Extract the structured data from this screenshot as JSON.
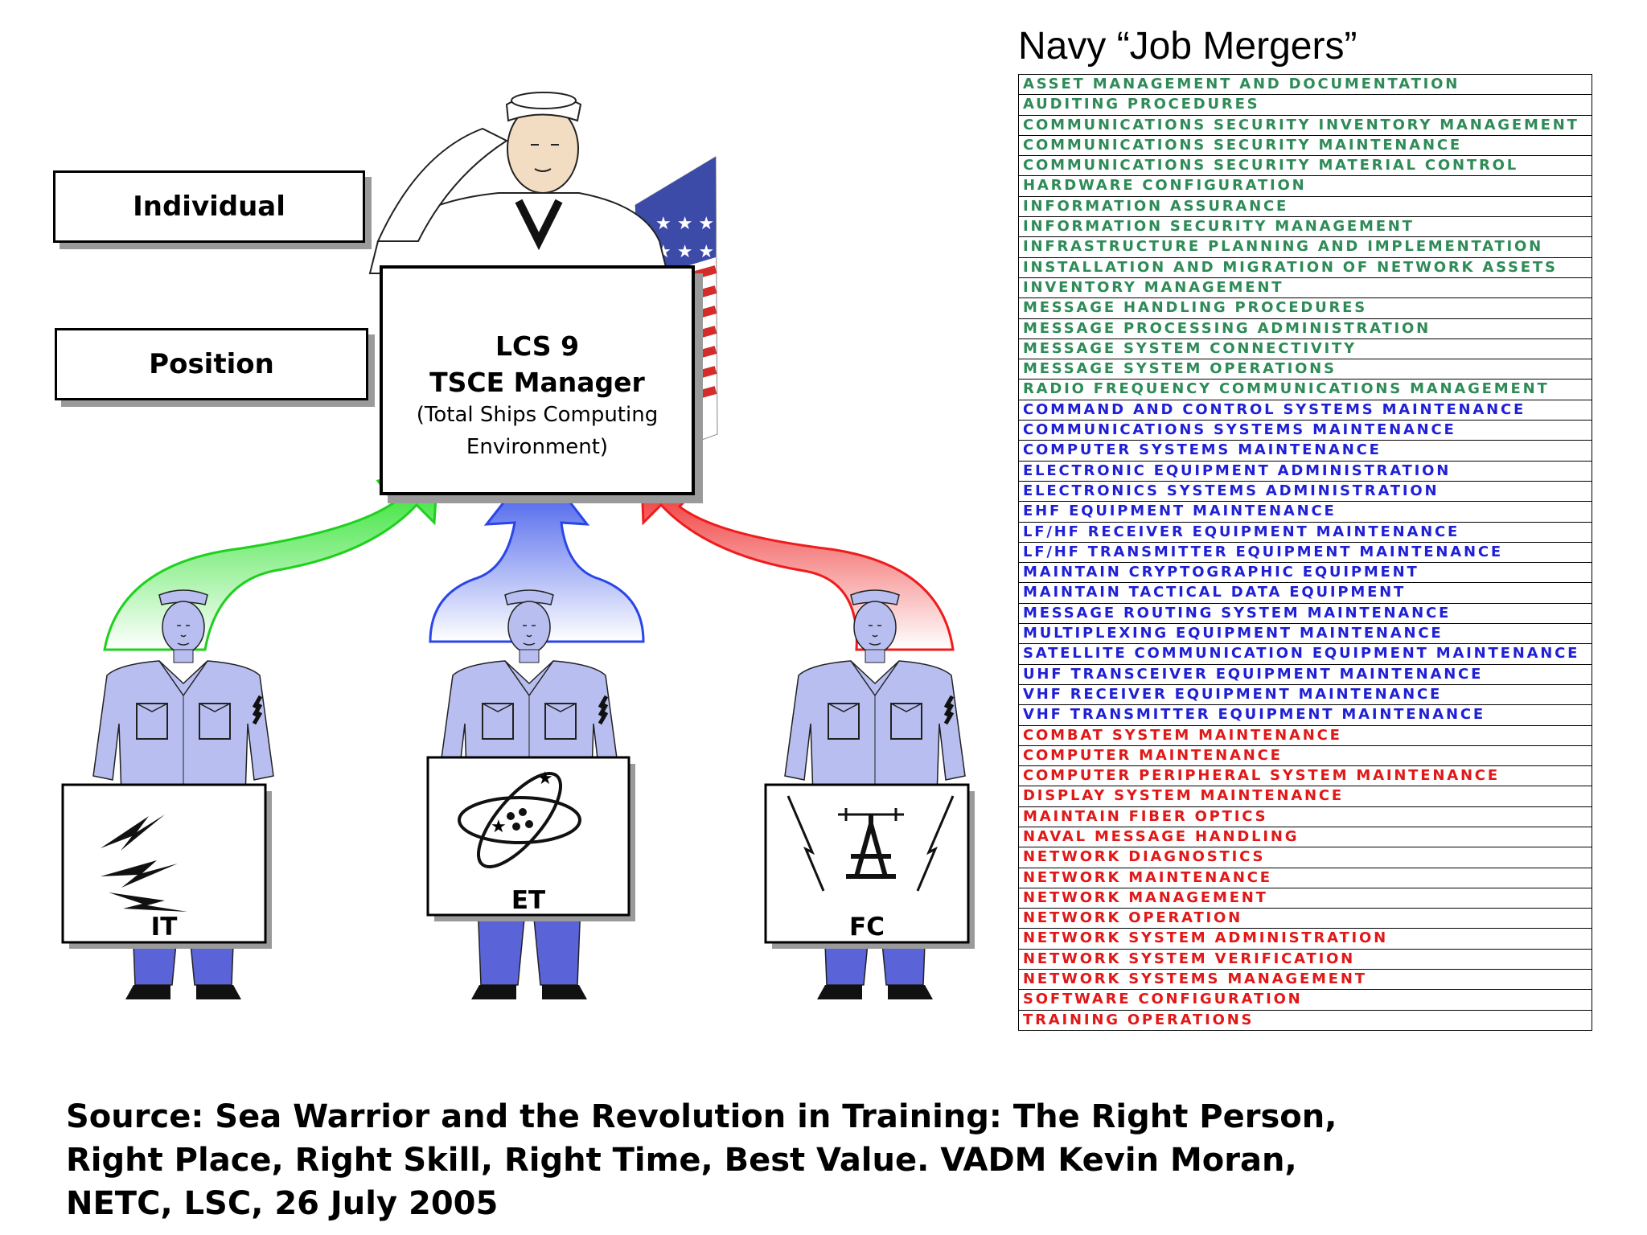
{
  "labels": {
    "individual": "Individual",
    "position": "Position"
  },
  "center_box": {
    "line1": "LCS 9",
    "line2": "TSCE Manager",
    "line3": "(Total Ships Computing",
    "line4": "Environment)"
  },
  "ratings": [
    {
      "code": "IT",
      "icon": "lightning-bolts-icon",
      "arrow_color": "#22dd22"
    },
    {
      "code": "ET",
      "icon": "atom-orbit-icon",
      "arrow_color": "#3355ee"
    },
    {
      "code": "FC",
      "icon": "rangefinder-tower-icon",
      "arrow_color": "#ee2222"
    }
  ],
  "job_list": {
    "title": "Navy “Job Mergers”",
    "groups": {
      "IT": {
        "color": "#2e8b57",
        "items": [
          "ASSET MANAGEMENT AND DOCUMENTATION",
          "AUDITING PROCEDURES",
          "COMMUNICATIONS SECURITY INVENTORY MANAGEMENT",
          "COMMUNICATIONS SECURITY MAINTENANCE",
          "COMMUNICATIONS SECURITY MATERIAL CONTROL",
          "HARDWARE CONFIGURATION",
          "INFORMATION ASSURANCE",
          "INFORMATION SECURITY MANAGEMENT",
          "INFRASTRUCTURE PLANNING AND IMPLEMENTATION",
          "INSTALLATION AND MIGRATION OF NETWORK ASSETS",
          "INVENTORY MANAGEMENT",
          "MESSAGE HANDLING PROCEDURES",
          "MESSAGE PROCESSING ADMINISTRATION",
          "MESSAGE SYSTEM CONNECTIVITY",
          "MESSAGE SYSTEM OPERATIONS",
          "RADIO FREQUENCY COMMUNICATIONS MANAGEMENT"
        ]
      },
      "ET": {
        "color": "#1f1fd6",
        "items": [
          "COMMAND AND CONTROL SYSTEMS MAINTENANCE",
          "COMMUNICATIONS SYSTEMS MAINTENANCE",
          "COMPUTER SYSTEMS MAINTENANCE",
          "ELECTRONIC EQUIPMENT ADMINISTRATION",
          "ELECTRONICS SYSTEMS ADMINISTRATION",
          "EHF EQUIPMENT MAINTENANCE",
          "LF/HF RECEIVER EQUIPMENT MAINTENANCE",
          "LF/HF TRANSMITTER EQUIPMENT MAINTENANCE",
          "MAINTAIN CRYPTOGRAPHIC EQUIPMENT",
          "MAINTAIN TACTICAL DATA EQUIPMENT",
          "MESSAGE ROUTING SYSTEM MAINTENANCE",
          "MULTIPLEXING EQUIPMENT MAINTENANCE",
          "SATELLITE COMMUNICATION EQUIPMENT MAINTENANCE",
          "UHF TRANSCEIVER EQUIPMENT MAINTENANCE",
          "VHF RECEIVER EQUIPMENT MAINTENANCE",
          "VHF TRANSMITTER EQUIPMENT MAINTENANCE"
        ]
      },
      "FC": {
        "color": "#e01818",
        "items": [
          "COMBAT SYSTEM MAINTENANCE",
          "COMPUTER MAINTENANCE",
          "COMPUTER PERIPHERAL SYSTEM MAINTENANCE",
          "DISPLAY SYSTEM MAINTENANCE",
          "MAINTAIN FIBER OPTICS",
          "NAVAL MESSAGE HANDLING",
          "NETWORK DIAGNOSTICS",
          "NETWORK MAINTENANCE",
          "NETWORK MANAGEMENT",
          "NETWORK OPERATION",
          "NETWORK SYSTEM ADMINISTRATION",
          "NETWORK SYSTEM VERIFICATION",
          "NETWORK SYSTEMS MANAGEMENT",
          "SOFTWARE CONFIGURATION",
          "TRAINING OPERATIONS"
        ]
      }
    }
  },
  "source": {
    "line1": "Source: Sea Warrior and the Revolution in Training: The Right Person,",
    "line2": "Right Place, Right Skill, Right Time, Best Value. VADM Kevin Moran,",
    "line3": "NETC, LSC, 26 July 2005"
  },
  "colors": {
    "uniform_shirt": "#b8bff0",
    "uniform_pants": "#5a63d8",
    "shadow": "#9a9a9a"
  }
}
